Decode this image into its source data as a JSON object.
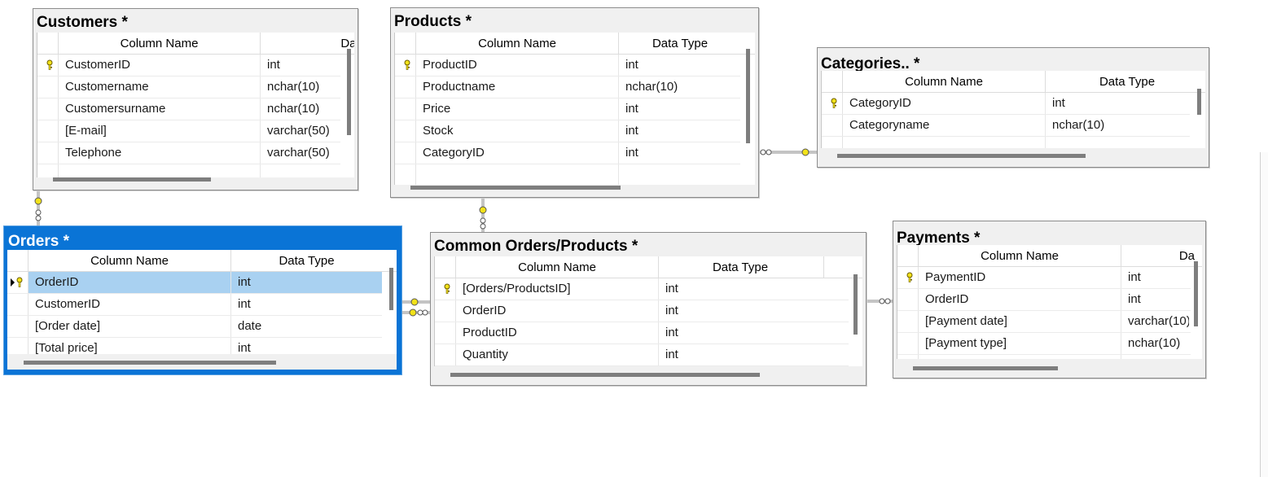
{
  "diagram": {
    "column_name_header": "Column Name",
    "data_type_header": "Data Type",
    "tables": {
      "customers": {
        "title": "Customers *",
        "data_type_header": "Data",
        "rows": [
          {
            "name": "CustomerID",
            "type": "int",
            "primary_key": true
          },
          {
            "name": "Customername",
            "type": "nchar(10)"
          },
          {
            "name": "Customersurname",
            "type": "nchar(10)"
          },
          {
            "name": "[E-mail]",
            "type": "varchar(50)"
          },
          {
            "name": "Telephone",
            "type": "varchar(50)"
          }
        ]
      },
      "products": {
        "title": "Products *",
        "rows": [
          {
            "name": "ProductID",
            "type": "int",
            "primary_key": true
          },
          {
            "name": "Productname",
            "type": "nchar(10)"
          },
          {
            "name": "Price",
            "type": "int"
          },
          {
            "name": "Stock",
            "type": "int"
          },
          {
            "name": "CategoryID",
            "type": "int"
          }
        ]
      },
      "categories": {
        "title": "Categories.. *",
        "rows": [
          {
            "name": "CategoryID",
            "type": "int",
            "primary_key": true
          },
          {
            "name": "Categoryname",
            "type": "nchar(10)"
          }
        ]
      },
      "orders": {
        "title": "Orders *",
        "selected": true,
        "rows": [
          {
            "name": "OrderID",
            "type": "int",
            "primary_key": true,
            "current": true
          },
          {
            "name": "CustomerID",
            "type": "int"
          },
          {
            "name": "[Order date]",
            "type": "date"
          },
          {
            "name": "[Total price]",
            "type": "int"
          }
        ]
      },
      "common": {
        "title": "Common Orders/Products *",
        "rows": [
          {
            "name": "[Orders/ProductsID]",
            "type": "int",
            "primary_key": true
          },
          {
            "name": "OrderID",
            "type": "int"
          },
          {
            "name": "ProductID",
            "type": "int"
          },
          {
            "name": "Quantity",
            "type": "int"
          }
        ]
      },
      "payments": {
        "title": "Payments *",
        "data_type_header": "Da",
        "rows": [
          {
            "name": "PaymentID",
            "type": "int",
            "primary_key": true
          },
          {
            "name": "OrderID",
            "type": "int"
          },
          {
            "name": "[Payment date]",
            "type": "varchar(10)"
          },
          {
            "name": "[Payment type]",
            "type": "nchar(10)"
          }
        ]
      }
    },
    "colors": {
      "selected_table": "#0a74d6",
      "selected_row": "#a9d1f1",
      "key_icon": "#f2e21a",
      "relationship_line": "#8a8a8a"
    }
  }
}
